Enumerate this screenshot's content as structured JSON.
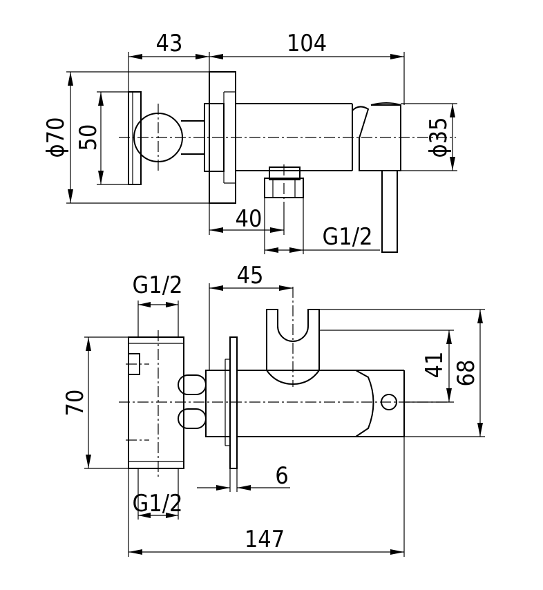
{
  "top_view": {
    "dims": {
      "flange_offset": "43",
      "body_length": "104",
      "diameter_flange": "ϕ70",
      "height_50": "50",
      "diameter_body": "ϕ35",
      "outlet_offset": "40",
      "thread_outlet": "G1/2"
    }
  },
  "front_view": {
    "dims": {
      "thread_top": "G1/2",
      "holder_offset": "45",
      "height_41": "41",
      "height_68": "68",
      "height_70": "70",
      "flange_thickness": "6",
      "thread_bottom": "G1/2",
      "total_length": "147"
    }
  },
  "colors": {
    "line": "#000000",
    "background": "#ffffff"
  }
}
